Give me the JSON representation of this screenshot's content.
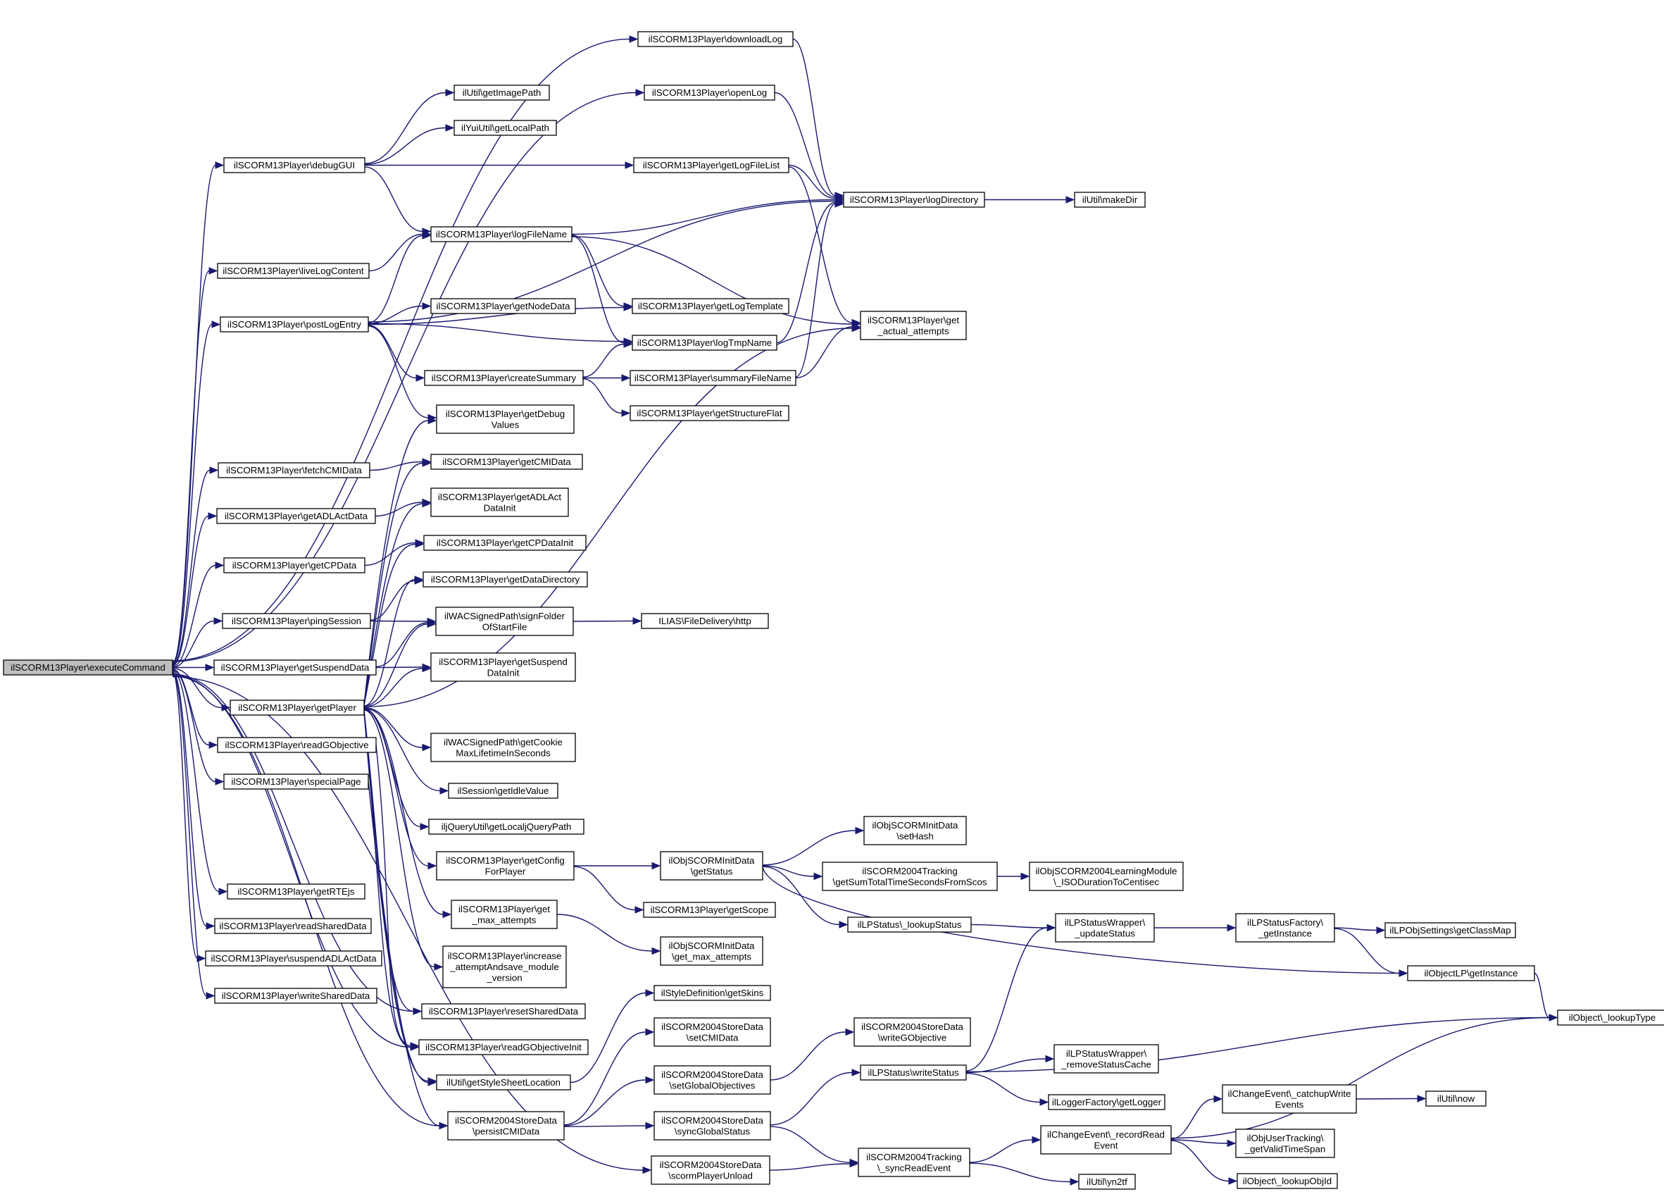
{
  "nodes": {
    "executeCommand": [
      "ilSCORM13Player\\executeCommand"
    ],
    "downloadLog": [
      "ilSCORM13Player\\downloadLog"
    ],
    "openLog": [
      "ilSCORM13Player\\openLog"
    ],
    "getImagePath": [
      "ilUtil\\getImagePath"
    ],
    "getLocalPath": [
      "ilYuiUtil\\getLocalPath"
    ],
    "debugGUI": [
      "ilSCORM13Player\\debugGUI"
    ],
    "getLogFileList": [
      "ilSCORM13Player\\getLogFileList"
    ],
    "logDirectory": [
      "ilSCORM13Player\\logDirectory"
    ],
    "makeDir": [
      "ilUtil\\makeDir"
    ],
    "logFileName": [
      "ilSCORM13Player\\logFileName"
    ],
    "liveLogContent": [
      "ilSCORM13Player\\liveLogContent"
    ],
    "postLogEntry": [
      "ilSCORM13Player\\postLogEntry"
    ],
    "getNodeData": [
      "ilSCORM13Player\\getNodeData"
    ],
    "getLogTemplate": [
      "ilSCORM13Player\\getLogTemplate"
    ],
    "getActualAttempts": [
      "ilSCORM13Player\\get",
      "_actual_attempts"
    ],
    "logTmpName": [
      "ilSCORM13Player\\logTmpName"
    ],
    "createSummary": [
      "ilSCORM13Player\\createSummary"
    ],
    "summaryFileName": [
      "ilSCORM13Player\\summaryFileName"
    ],
    "getStructureFlat": [
      "ilSCORM13Player\\getStructureFlat"
    ],
    "getDebugValues": [
      "ilSCORM13Player\\getDebug",
      "Values"
    ],
    "fetchCMIData": [
      "ilSCORM13Player\\fetchCMIData"
    ],
    "getCMIData": [
      "ilSCORM13Player\\getCMIData"
    ],
    "getADLActData": [
      "ilSCORM13Player\\getADLActData"
    ],
    "getADLActDataInit": [
      "ilSCORM13Player\\getADLAct",
      "DataInit"
    ],
    "getCPData": [
      "ilSCORM13Player\\getCPData"
    ],
    "getCPDataInit": [
      "ilSCORM13Player\\getCPDataInit"
    ],
    "getDataDirectory": [
      "ilSCORM13Player\\getDataDirectory"
    ],
    "pingSession": [
      "ilSCORM13Player\\pingSession"
    ],
    "signFolder": [
      "ilWACSignedPath\\signFolder",
      "OfStartFile"
    ],
    "http": [
      "ILIAS\\FileDelivery\\http"
    ],
    "getSuspendData": [
      "ilSCORM13Player\\getSuspendData"
    ],
    "getSuspendDataInit": [
      "ilSCORM13Player\\getSuspend",
      "DataInit"
    ],
    "getPlayer": [
      "ilSCORM13Player\\getPlayer"
    ],
    "getCookieMax": [
      "ilWACSignedPath\\getCookie",
      "MaxLifetimeInSeconds"
    ],
    "readGObjective": [
      "ilSCORM13Player\\readGObjective"
    ],
    "getIdleValue": [
      "ilSession\\getIdleValue"
    ],
    "specialPage": [
      "ilSCORM13Player\\specialPage"
    ],
    "getLocaljQueryPath": [
      "iljQueryUtil\\getLocaljQueryPath"
    ],
    "getConfigForPlayer": [
      "ilSCORM13Player\\getConfig",
      "ForPlayer"
    ],
    "initGetStatus": [
      "ilObjSCORMInitData",
      "\\getStatus"
    ],
    "setHash": [
      "ilObjSCORMInitData",
      "\\setHash"
    ],
    "getSumTotalTime": [
      "ilSCORM2004Tracking",
      "\\getSumTotalTimeSecondsFromScos"
    ],
    "isoDuration": [
      "ilObjSCORM2004LearningModule",
      "\\_ISODurationToCentisec"
    ],
    "getScope": [
      "ilSCORM13Player\\getScope"
    ],
    "getMaxAttempts": [
      "ilSCORM13Player\\get",
      "_max_attempts"
    ],
    "lookupStatus": [
      "ilLPStatus\\_lookupStatus"
    ],
    "updateStatus": [
      "ilLPStatusWrapper\\",
      "_updateStatus"
    ],
    "lpStatusFactory": [
      "ilLPStatusFactory\\",
      "_getInstance"
    ],
    "getClassMap": [
      "ilLPObjSettings\\getClassMap"
    ],
    "getRTEjs": [
      "ilSCORM13Player\\getRTEjs"
    ],
    "initGetMaxAttempts": [
      "ilObjSCORMInitData",
      "\\get_max_attempts"
    ],
    "readSharedData": [
      "ilSCORM13Player\\readSharedData"
    ],
    "increaseAttempt": [
      "ilSCORM13Player\\increase",
      "_attemptAndsave_module",
      "_version"
    ],
    "suspendADLActData": [
      "ilSCORM13Player\\suspendADLActData"
    ],
    "objectLPGetInstance": [
      "ilObjectLP\\getInstance"
    ],
    "writeSharedData": [
      "ilSCORM13Player\\writeSharedData"
    ],
    "getSkins": [
      "ilStyleDefinition\\getSkins"
    ],
    "resetSharedData": [
      "ilSCORM13Player\\resetSharedData"
    ],
    "lookupType": [
      "ilObject\\_lookupType"
    ],
    "setCMIData": [
      "ilSCORM2004StoreData",
      "\\setCMIData"
    ],
    "writeGObjective": [
      "ilSCORM2004StoreData",
      "\\writeGObjective"
    ],
    "readGObjectiveInit": [
      "ilSCORM13Player\\readGObjectiveInit"
    ],
    "removeStatusCache": [
      "ilLPStatusWrapper\\",
      "_removeStatusCache"
    ],
    "setGlobalObjectives": [
      "ilSCORM2004StoreData",
      "\\setGlobalObjectives"
    ],
    "writeStatus": [
      "ilLPStatus\\writeStatus"
    ],
    "getStyleSheetLocation": [
      "ilUtil\\getStyleSheetLocation"
    ],
    "getLogger": [
      "ilLoggerFactory\\getLogger"
    ],
    "catchupWriteEvents": [
      "ilChangeEvent\\_catchupWrite",
      "Events"
    ],
    "now": [
      "ilUtil\\now"
    ],
    "persistCMIData": [
      "ilSCORM2004StoreData",
      "\\persistCMIData"
    ],
    "syncGlobalStatus": [
      "ilSCORM2004StoreData",
      "\\syncGlobalStatus"
    ],
    "recordReadEvent": [
      "ilChangeEvent\\_recordRead",
      "Event"
    ],
    "getValidTimeSpan": [
      "ilObjUserTracking\\",
      "_getValidTimeSpan"
    ],
    "syncReadEvent": [
      "ilSCORM2004Tracking",
      "\\_syncReadEvent"
    ],
    "scormPlayerUnload": [
      "ilSCORM2004StoreData",
      "\\scormPlayerUnload"
    ],
    "yn2tf": [
      "ilUtil\\yn2tf"
    ],
    "lookupObjId": [
      "ilObject\\_lookupObjId"
    ]
  }
}
